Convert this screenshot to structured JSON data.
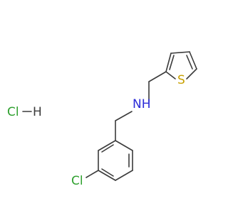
{
  "molecule": {
    "salt": {
      "cl_label": "Cl",
      "h_label": "H"
    },
    "atoms": {
      "nh_label": "NH",
      "s_label": "S",
      "cl_label": "Cl"
    }
  },
  "colors": {
    "bond": "#3b3b3b",
    "carbon_text": "#3b3b3b",
    "nitrogen": "#2b2bd8",
    "sulfur": "#c8a000",
    "chlorine": "#2ea02e"
  }
}
